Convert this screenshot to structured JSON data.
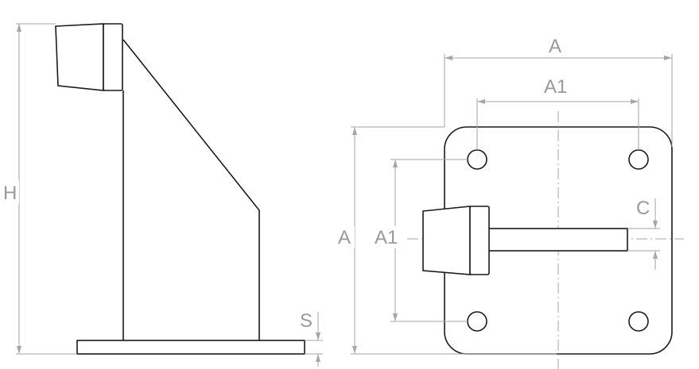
{
  "labels": {
    "height": "H",
    "plate_thickness": "S",
    "plate_width_top": "A",
    "hole_spacing_top": "A1",
    "plate_width_left": "A",
    "hole_spacing_left": "A1",
    "rod_offset": "C"
  }
}
